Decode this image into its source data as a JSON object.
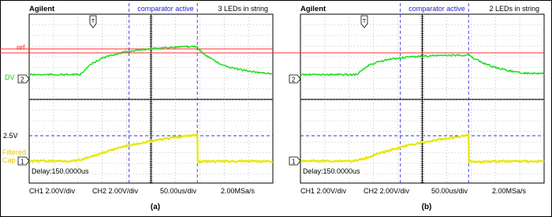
{
  "chart_data": [
    {
      "type": "line",
      "panel_label": "(a)",
      "brand": "Agilent",
      "header_right": "3 LEDs in string",
      "comparator_label": "comparator active",
      "ref_label": "ref",
      "dv_label": "DV",
      "level_label": "2.5V",
      "cap_label_1": "Filtered",
      "cap_label_2": "Cap",
      "delay": "Delay:150.0000us",
      "footer": {
        "ch1": "CH1 2.00V/div",
        "ch2": "CH2 2.00V/div",
        "time": "50.00us/div",
        "rate": "2.00MSa/s"
      },
      "x_divisions": 10,
      "comparator_window": [
        4.1,
        6.9
      ],
      "series": [
        {
          "channel": "CH2",
          "color": "#22dd22",
          "x": [
            0,
            2.1,
            2.3,
            2.6,
            3.0,
            3.5,
            4.0,
            4.5,
            5.0,
            5.5,
            6.0,
            6.5,
            6.9,
            7.0,
            7.3,
            7.7,
            8.2,
            8.8,
            9.4,
            10.0
          ],
          "y": [
            0.4,
            0.4,
            0.9,
            1.45,
            1.95,
            2.3,
            2.55,
            2.72,
            2.85,
            2.93,
            2.98,
            3.02,
            3.05,
            2.7,
            2.15,
            1.55,
            1.1,
            0.8,
            0.6,
            0.5
          ]
        },
        {
          "channel": "CH1",
          "color": "#e8e800",
          "x": [
            0,
            1.9,
            2.2,
            2.6,
            3.0,
            3.5,
            4.0,
            4.5,
            5.0,
            5.5,
            6.0,
            6.5,
            6.9,
            6.92,
            7.2,
            8.0,
            9.0,
            10.0
          ],
          "y": [
            0.0,
            0.0,
            0.15,
            0.45,
            0.75,
            1.1,
            1.4,
            1.65,
            1.85,
            2.05,
            2.2,
            2.35,
            2.45,
            -0.05,
            -0.05,
            -0.02,
            -0.02,
            -0.03
          ]
        }
      ]
    },
    {
      "type": "line",
      "panel_label": "(b)",
      "brand": "Agilent",
      "header_right": "2 LEDs in string",
      "comparator_label": "comparator active",
      "ref_label": "",
      "dv_label": "",
      "level_label": "",
      "cap_label_1": "",
      "cap_label_2": "",
      "delay": "Delay:150.0000us",
      "footer": {
        "ch1": "CH1 2.00V/div",
        "ch2": "CH2 2.00V/div",
        "time": "50.00us/div",
        "rate": "2.00MSa/s"
      },
      "x_divisions": 10,
      "comparator_window": [
        4.1,
        6.9
      ],
      "series": [
        {
          "channel": "CH2",
          "color": "#22dd22",
          "x": [
            0,
            2.3,
            2.5,
            2.8,
            3.2,
            3.7,
            4.2,
            4.8,
            5.5,
            6.2,
            6.9,
            7.05,
            7.5,
            8.0,
            8.6,
            9.2,
            10.0
          ],
          "y": [
            0.4,
            0.4,
            0.8,
            1.25,
            1.6,
            1.85,
            2.0,
            2.1,
            2.18,
            2.22,
            2.25,
            2.0,
            1.5,
            1.05,
            0.75,
            0.55,
            0.48
          ]
        },
        {
          "channel": "CH1",
          "color": "#e8e800",
          "x": [
            0,
            2.2,
            2.5,
            2.9,
            3.3,
            3.8,
            4.3,
            4.8,
            5.3,
            5.8,
            6.3,
            6.9,
            6.92,
            7.3,
            8.2,
            9.0,
            10.0
          ],
          "y": [
            0.0,
            0.0,
            0.15,
            0.45,
            0.75,
            1.1,
            1.4,
            1.65,
            1.85,
            2.05,
            2.2,
            2.45,
            -0.05,
            -0.05,
            -0.02,
            -0.02,
            -0.03
          ]
        }
      ]
    }
  ]
}
